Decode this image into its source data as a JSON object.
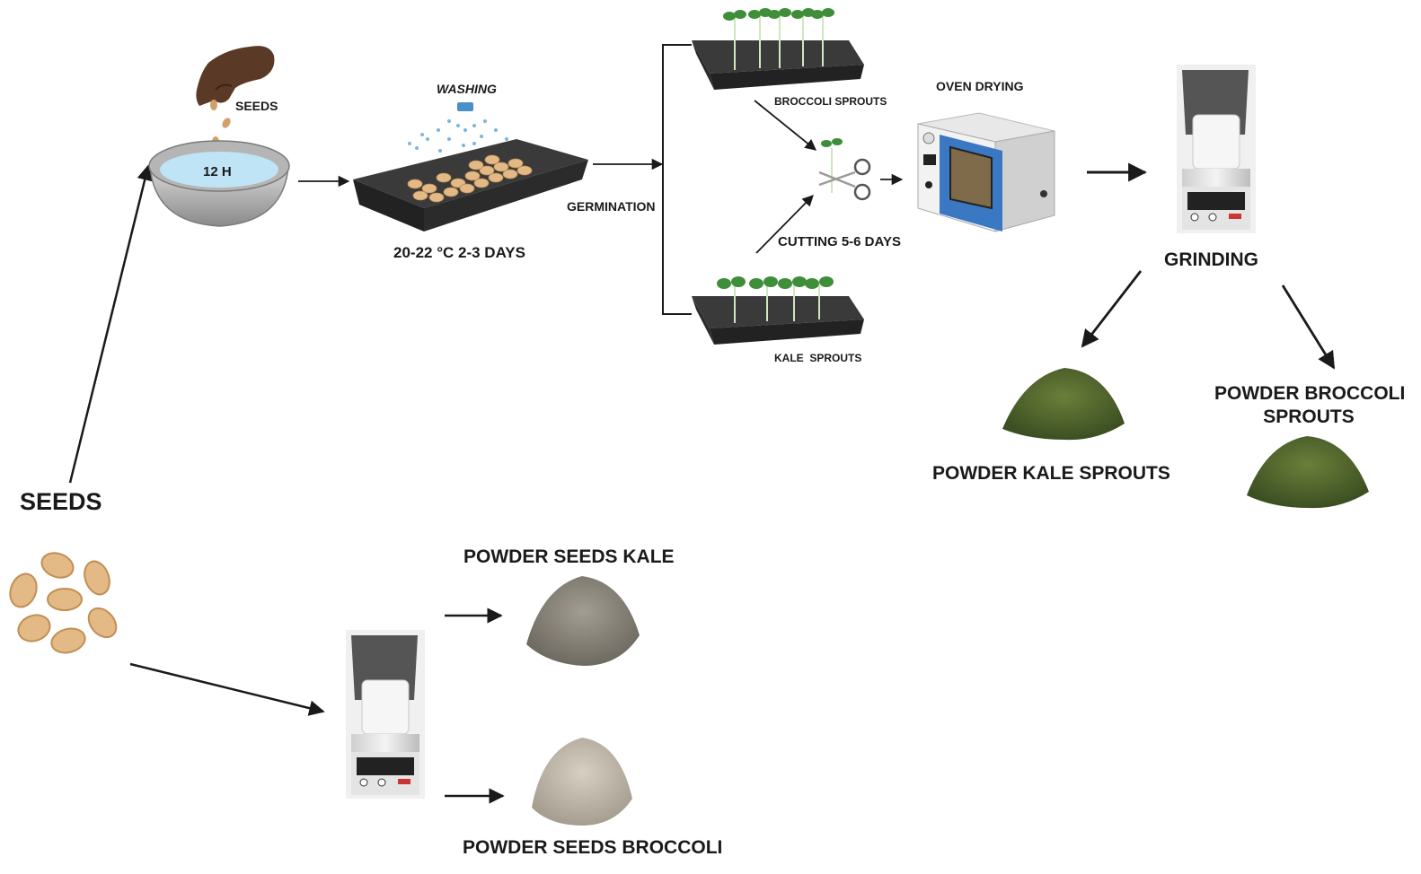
{
  "labels": {
    "seeds_main": "SEEDS",
    "seeds_small": "SEEDS",
    "soak_time": "12 H",
    "washing": "WASHING",
    "germ_conditions": "20-22 °C 2-3 DAYS",
    "germination": "GERMINATION",
    "broccoli_sprouts": "BROCCOLI SPROUTS",
    "kale_sprouts": "KALE  SPROUTS",
    "cutting": "CUTTING 5-6 DAYS",
    "oven_drying": "OVEN DRYING",
    "grinding": "GRINDING",
    "powder_kale_sprouts": "POWDER KALE SPROUTS",
    "powder_broccoli_sprouts_line1": "POWDER BROCCOLI",
    "powder_broccoli_sprouts_line2": "SPROUTS",
    "powder_seeds_kale": "POWDER SEEDS KALE",
    "powder_seeds_broccoli": "POWDER SEEDS BROCCOLI"
  },
  "colors": {
    "arrow": "#1a1a1a",
    "tray": "#2b2b2b",
    "seed": "#e3b985",
    "water": "#bfe4f5",
    "sprout": "#3f8f3a",
    "powder_green": "#4a5f2a",
    "powder_gray": "#8c877d",
    "powder_light": "#c4bcae",
    "oven_blue": "#3b78c4",
    "hand": "#5a3a26"
  },
  "icons": [
    "hand-icon",
    "bowl-icon",
    "sprinkler-icon",
    "tray-icon",
    "scissors-icon",
    "oven-icon",
    "grinder-icon",
    "powder-icon",
    "seed-icon"
  ]
}
